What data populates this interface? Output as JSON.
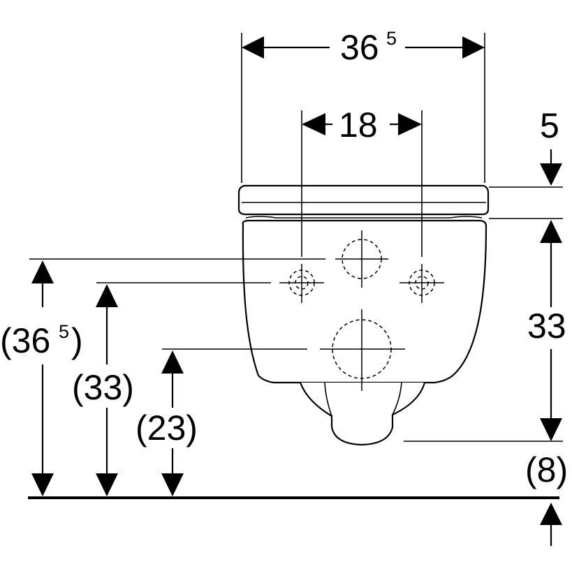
{
  "diagram": {
    "labels": {
      "total_width": {
        "main": "36",
        "sup": "5"
      },
      "connection_spacing": "18",
      "seat_thickness": "5",
      "bowl_height": "33",
      "floor_clearance": "(8)",
      "left_height_total": {
        "open": "(36",
        "sup": "5",
        "close": ")"
      },
      "left_height_mid": "(33)",
      "left_height_low": "(23)"
    }
  }
}
